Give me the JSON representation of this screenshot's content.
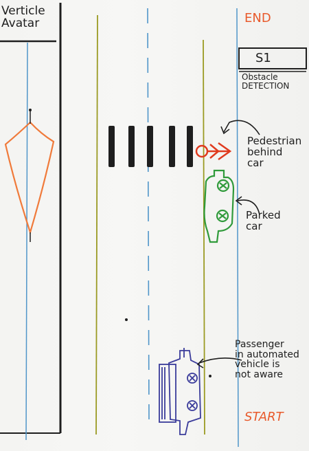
{
  "sketch": {
    "avatar_label": [
      "Verticle",
      "Avatar"
    ],
    "end_label": "END",
    "scenario": {
      "id": "S1",
      "caption": [
        "Obstacle",
        "DETECTION"
      ]
    },
    "pedestrian_label": [
      "Pedestrian",
      "behind",
      "car"
    ],
    "parked_car_label": [
      "Parked",
      "car"
    ],
    "passenger_label": [
      "Passenger",
      "in automated",
      "vehicle is",
      "not aware"
    ],
    "start_label": "START"
  },
  "colors": {
    "ink": "#1e1e1e",
    "orange": "#e85a2c",
    "blue": "#4f95c9",
    "olive": "#9a9a22",
    "green": "#2f9a3a",
    "purple": "#3a3b9a",
    "balloon": "#f07a3a"
  }
}
